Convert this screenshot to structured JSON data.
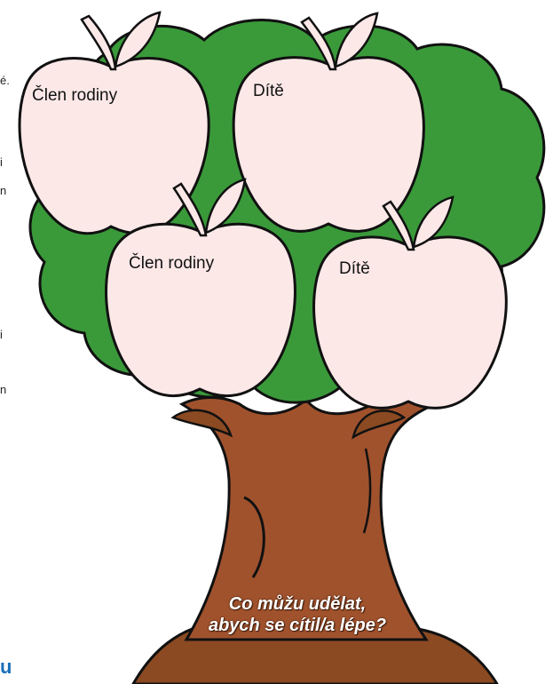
{
  "edge_fragments": [
    "é.",
    "i",
    "n",
    "i",
    "n"
  ],
  "brand_fragment": "u",
  "apples": [
    {
      "label": "Člen rodiny"
    },
    {
      "label": "Dítě"
    },
    {
      "label": "Člen rodiny"
    },
    {
      "label": "Dítě"
    }
  ],
  "caption": {
    "line1": "Co můžu udělat,",
    "line2": "abych se cítil/a lépe?"
  },
  "colors": {
    "foliage": "#3a9a3a",
    "trunk": "#a0522d",
    "apple_fill": "#fde8e8",
    "outline": "#111111",
    "brand": "#1a6fb8"
  }
}
